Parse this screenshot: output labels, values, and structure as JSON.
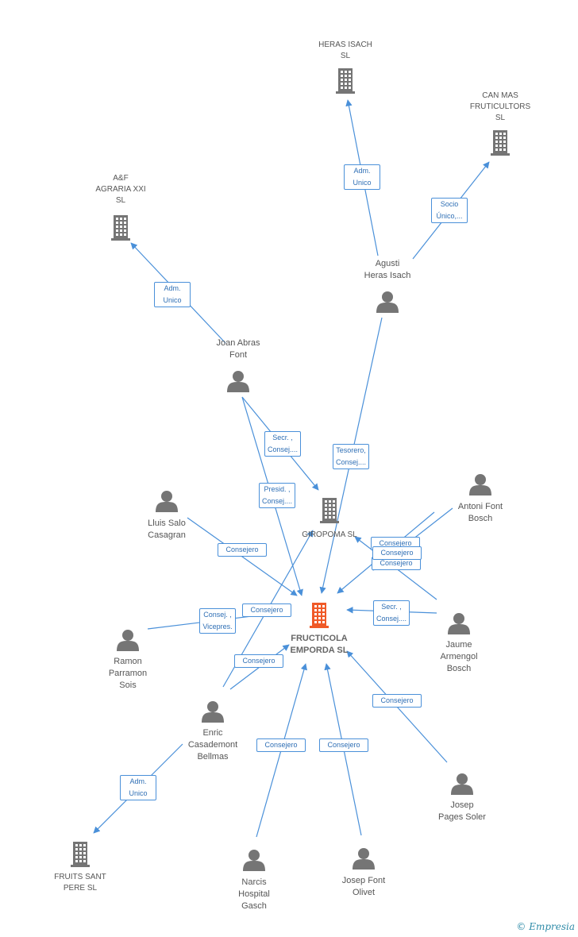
{
  "colors": {
    "edge": "#4a90d9",
    "node_gray": "#757575",
    "main_company": "#f05a28"
  },
  "nodes": [
    {
      "id": "heras_isach",
      "type": "company",
      "label": "HERAS ISACH\nSL"
    },
    {
      "id": "can_mas",
      "type": "company",
      "label": "CAN MAS\nFRUTICULTORS\nSL"
    },
    {
      "id": "af_agraria",
      "type": "company",
      "label": "A&F\nAGRARIA XXI\nSL"
    },
    {
      "id": "agusti",
      "type": "person",
      "label": "Agusti\nHeras Isach"
    },
    {
      "id": "joan",
      "type": "person",
      "label": "Joan Abras\nFont"
    },
    {
      "id": "giropoma",
      "type": "company",
      "label": "GIROPOMA SL"
    },
    {
      "id": "antoni",
      "type": "person",
      "label": "Antoni Font\nBosch"
    },
    {
      "id": "lluis",
      "type": "person",
      "label": "Lluis Salo\nCasagran"
    },
    {
      "id": "fructicola",
      "type": "main",
      "label": "FRUCTICOLA\nEMPORDA SL"
    },
    {
      "id": "ramon",
      "type": "person",
      "label": "Ramon\nParramon\nSois"
    },
    {
      "id": "jaume",
      "type": "person",
      "label": "Jaume\nArmengol\nBosch"
    },
    {
      "id": "enric",
      "type": "person",
      "label": "Enric\nCasademont\nBellmas"
    },
    {
      "id": "josep_pages",
      "type": "person",
      "label": "Josep\nPages Soler"
    },
    {
      "id": "fruits",
      "type": "company",
      "label": "FRUITS SANT\nPERE  SL"
    },
    {
      "id": "narcis",
      "type": "person",
      "label": "Narcis\nHospital\nGasch"
    },
    {
      "id": "josep_font",
      "type": "person",
      "label": "Josep Font\nOlivet"
    }
  ],
  "edges": [
    {
      "from": "agusti",
      "to": "heras_isach",
      "label": "Adm.\nUnico"
    },
    {
      "from": "agusti",
      "to": "can_mas",
      "label": "Socio\nÚnico,..."
    },
    {
      "from": "joan",
      "to": "af_agraria",
      "label": "Adm.\nUnico"
    },
    {
      "from": "joan",
      "to": "giropoma",
      "label": "Secr. ,\nConsej...."
    },
    {
      "from": "joan",
      "to": "fructicola",
      "label": "Presid. ,\nConsej...."
    },
    {
      "from": "agusti",
      "to": "fructicola",
      "label": "Tesorero,\nConsej...."
    },
    {
      "from": "antoni",
      "to": "giropoma",
      "label": "Consejero"
    },
    {
      "from": "jaume",
      "to": "giropoma",
      "label": "Consejero"
    },
    {
      "from": "lluis",
      "to": "fructicola",
      "label": "Consejero"
    },
    {
      "from": "enric",
      "to": "giropoma",
      "label": "Consejero"
    },
    {
      "from": "ramon",
      "to": "fructicola",
      "label": "Consej. ,\nVicepres."
    },
    {
      "from": "enric",
      "to": "fructicola",
      "label": "Consejero"
    },
    {
      "from": "jaume",
      "to": "fructicola",
      "label": "Secr. ,\nConsej...."
    },
    {
      "from": "josep_pages",
      "to": "fructicola",
      "label": "Consejero"
    },
    {
      "from": "enric",
      "to": "fruits",
      "label": "Adm.\nUnico"
    },
    {
      "from": "narcis",
      "to": "fructicola",
      "label": "Consejero"
    },
    {
      "from": "josep_font",
      "to": "fructicola",
      "label": "Consejero"
    },
    {
      "from": "antoni",
      "to": "fructicola",
      "label": "Consejero"
    }
  ],
  "footer": {
    "copyright": "©",
    "brand": "Empresia"
  }
}
